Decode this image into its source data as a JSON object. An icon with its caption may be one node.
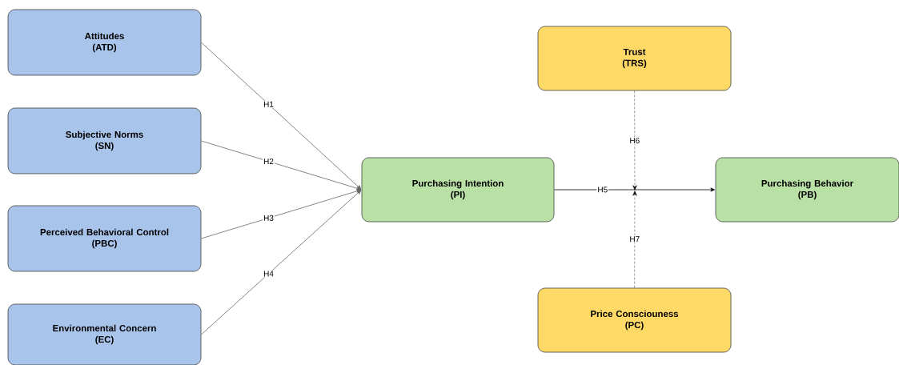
{
  "diagram": {
    "nodes": [
      {
        "text": [
          "Attitudes",
          "(ATD)"
        ]
      },
      {
        "text": [
          "Subjective Norms",
          "(SN)"
        ]
      },
      {
        "text": [
          "Perceived Behavioral Control",
          "(PBC)"
        ]
      },
      {
        "text": [
          "Environmental Concern",
          "(EC)"
        ]
      },
      {
        "text": [
          "Purchasing Intention",
          "(PI)"
        ]
      },
      {
        "text": [
          "Trust",
          "(TRS)"
        ]
      },
      {
        "text": [
          "Purchasing Behavior",
          "(PB)"
        ]
      },
      {
        "text": [
          "Price Consciouness",
          "(PC)"
        ]
      }
    ],
    "edges": [
      {
        "from": 0,
        "to": 4,
        "arrow": "to",
        "label": "H1"
      },
      {
        "from": 1,
        "to": 4,
        "arrow": "to",
        "label": "H2"
      },
      {
        "from": 2,
        "to": 4,
        "arrow": "to",
        "label": "H3"
      },
      {
        "from": 3,
        "to": 4,
        "arrow": "to",
        "label": "H4"
      },
      {
        "from": 4,
        "to": 6,
        "arrow": "to",
        "label": "H5",
        "color": "#000000"
      },
      {
        "from": 5,
        "to": null,
        "arrow": "to",
        "label": "H6",
        "style": "dashed",
        "color": "#000000"
      },
      {
        "from": 7,
        "to": null,
        "arrow": "to",
        "label": "H7",
        "style": "dashed",
        "color": "#000000"
      }
    ]
  }
}
